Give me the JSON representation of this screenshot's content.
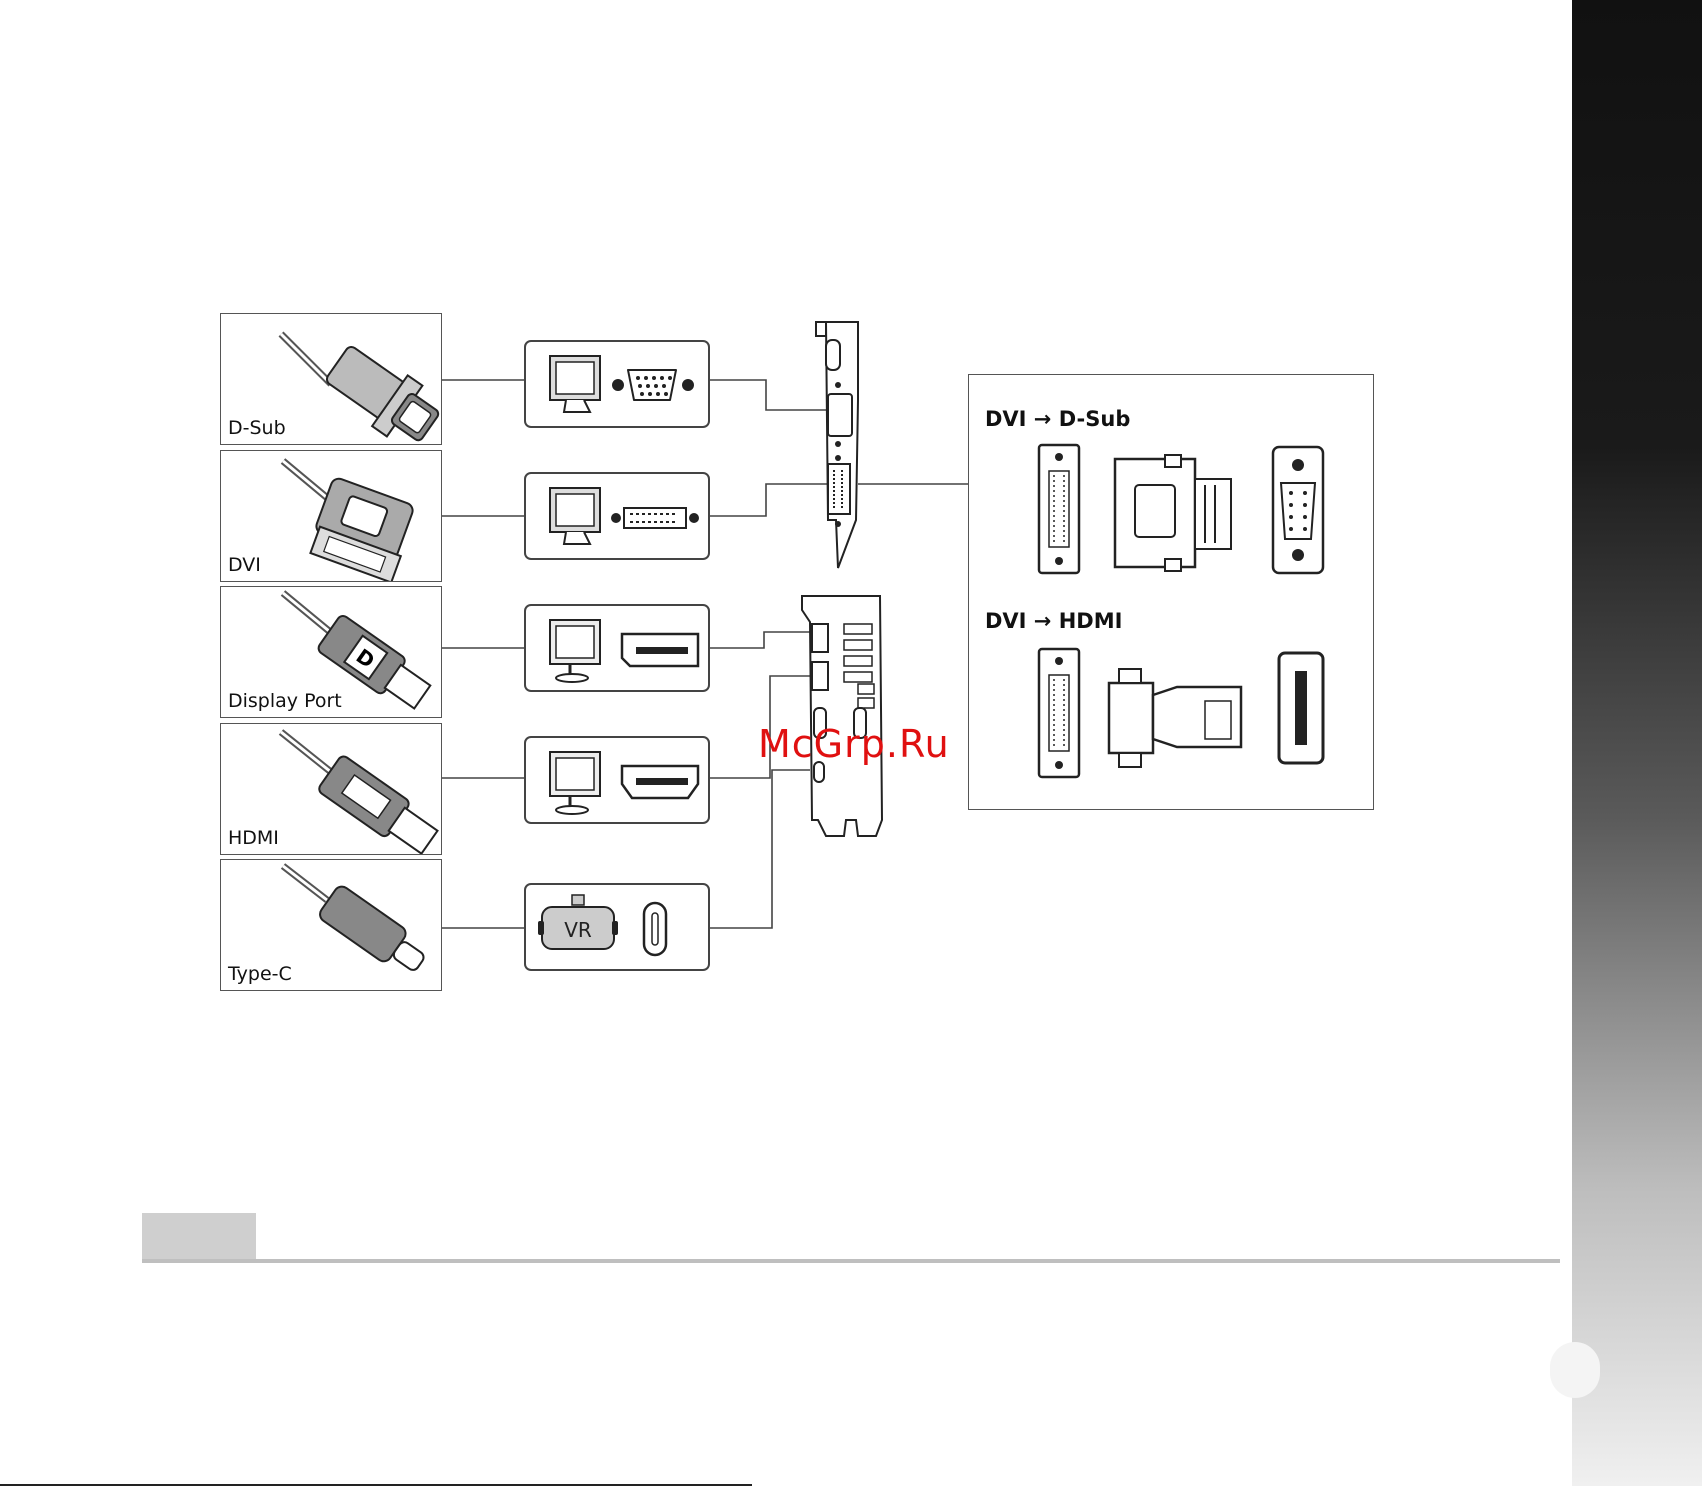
{
  "cables": [
    {
      "id": "dsub",
      "label": "D-Sub",
      "icon": "dsub-plug-icon"
    },
    {
      "id": "dvi",
      "label": "DVI",
      "icon": "dvi-plug-icon"
    },
    {
      "id": "dp",
      "label": "Display Port",
      "icon": "displayport-plug-icon"
    },
    {
      "id": "hdmi",
      "label": "HDMI",
      "icon": "hdmi-plug-icon"
    },
    {
      "id": "typec",
      "label": "Type-C",
      "icon": "typec-plug-icon"
    }
  ],
  "ports": [
    {
      "id": "dsub",
      "device": "monitor-icon",
      "port": "vga-port-icon"
    },
    {
      "id": "dvi",
      "device": "monitor-icon",
      "port": "dvi-port-icon"
    },
    {
      "id": "dp",
      "device": "monitor-icon",
      "port": "displayport-port-icon"
    },
    {
      "id": "hdmi",
      "device": "monitor-icon",
      "port": "hdmi-port-icon"
    },
    {
      "id": "typec",
      "device": "vr-headset-icon",
      "port": "typec-port-icon",
      "device_text": "VR"
    }
  ],
  "adapters": {
    "dvi_dsub": {
      "title": "DVI → D-Sub"
    },
    "dvi_hdmi": {
      "title": "DVI → HDMI"
    }
  },
  "watermark": "McGrp.Ru",
  "colors": {
    "watermark": "#e01010",
    "line": "#444444",
    "fill": "#bfbfbf"
  }
}
